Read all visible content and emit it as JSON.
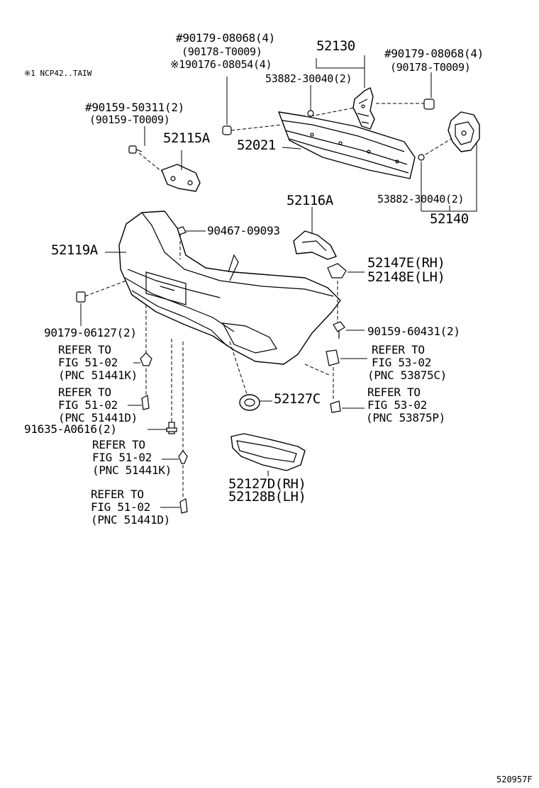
{
  "note": "※1 NCP42..TAIW",
  "figure_code": "520957F",
  "labels": {
    "l1a": "#90179-08068(4)",
    "l1b": "(90178-T0009)",
    "l1c": "※190176-08054(4)",
    "p52130": "52130",
    "l2": "53882-30040(2)",
    "r1a": "#90179-08068(4)",
    "r1b": "(90178-T0009)",
    "l3a": "#90159-50311(2)",
    "l3b": "(90159-T0009)",
    "p52115A": "52115A",
    "p52021": "52021",
    "l4": "53882-30040(2)",
    "p52140": "52140",
    "p52116A": "52116A",
    "l5": "90467-09093",
    "p52119A": "52119A",
    "p52147E": "52147E(RH)",
    "p52148E": "52148E(LH)",
    "l6": "90179-06127(2)",
    "l7": "90159-60431(2)",
    "ref1a": "REFER TO",
    "ref1b": "FIG 51-02",
    "ref1c": "(PNC 51441K)",
    "ref2a": "REFER TO",
    "ref2b": "FIG 53-02",
    "ref2c": "(PNC 53875C)",
    "ref3a": "REFER TO",
    "ref3b": "FIG 51-02",
    "ref3c": "(PNC 51441D)",
    "p52127C": "52127C",
    "ref4a": "REFER TO",
    "ref4b": "FIG 53-02",
    "ref4c": "(PNC 53875P)",
    "l8": "91635-A0616(2)",
    "ref5a": "REFER TO",
    "ref5b": "FIG 51-02",
    "ref5c": "(PNC 51441K)",
    "p52127D": "52127D(RH)",
    "p52128B": "52128B(LH)",
    "ref6a": "REFER TO",
    "ref6b": "FIG 51-02",
    "ref6c": "(PNC 51441D)"
  }
}
